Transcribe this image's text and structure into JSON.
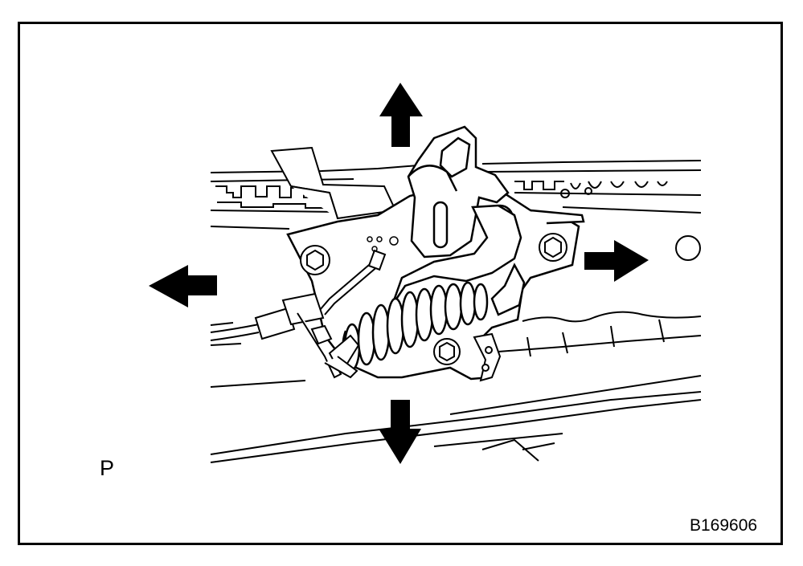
{
  "figure": {
    "view_label": "P",
    "figure_id": "B169606",
    "subject": "hood-lock-assembly",
    "arrows": [
      "up",
      "down",
      "left",
      "right"
    ]
  },
  "colors": {
    "line": "#000000",
    "background": "#ffffff"
  }
}
